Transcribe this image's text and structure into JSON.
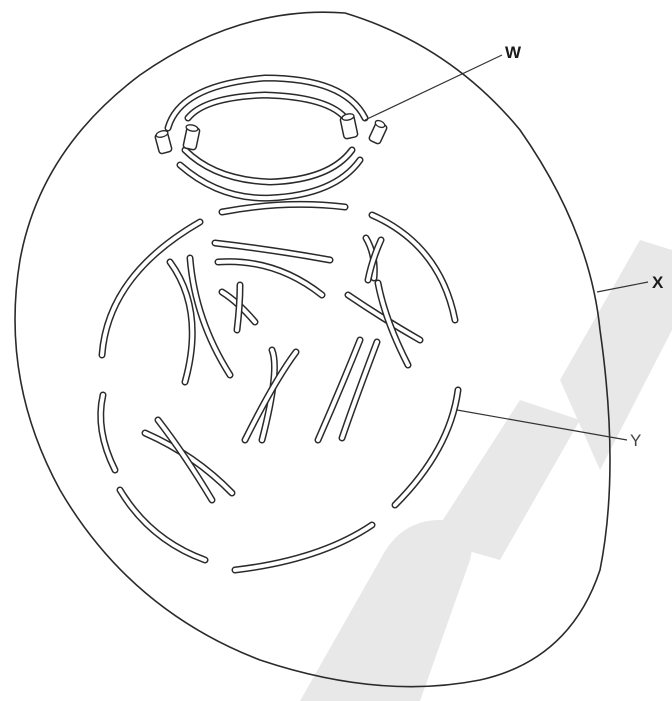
{
  "diagram": {
    "labels": {
      "w": "W",
      "x": "X",
      "y": "Y"
    },
    "colors": {
      "stroke": "#2a2a2a",
      "background": "#ffffff",
      "watermark": "#e8e8e8"
    }
  }
}
